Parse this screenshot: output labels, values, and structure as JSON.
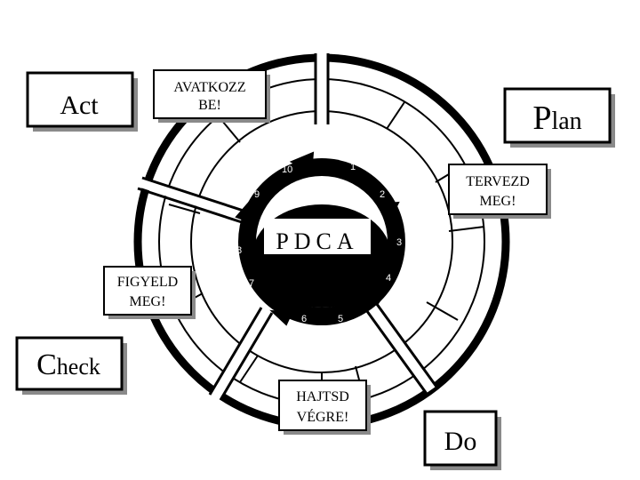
{
  "center": {
    "label": "PDCA"
  },
  "quadrants": {
    "act": "Act",
    "plan_first": "P",
    "plan_rest": "lan",
    "check_first": "C",
    "check_rest": "heck",
    "do": "Do"
  },
  "steps": {
    "avatkozz_line1": "AVATKOZZ",
    "avatkozz_line2": "BE!",
    "tervezd_line1": "TERVEZD",
    "tervezd_line2": "MEG!",
    "figyeld_line1": "FIGYELD",
    "figyeld_line2": "MEG!",
    "hajtsd_line1": "HAJTSD",
    "hajtsd_line2": "VÉGRE!"
  },
  "numbers": [
    "1",
    "2",
    "3",
    "4",
    "5",
    "6",
    "7",
    "8",
    "9",
    "10"
  ],
  "colors": {
    "ink": "#000000",
    "paper": "#ffffff",
    "shadow": "#8a8a8a"
  }
}
